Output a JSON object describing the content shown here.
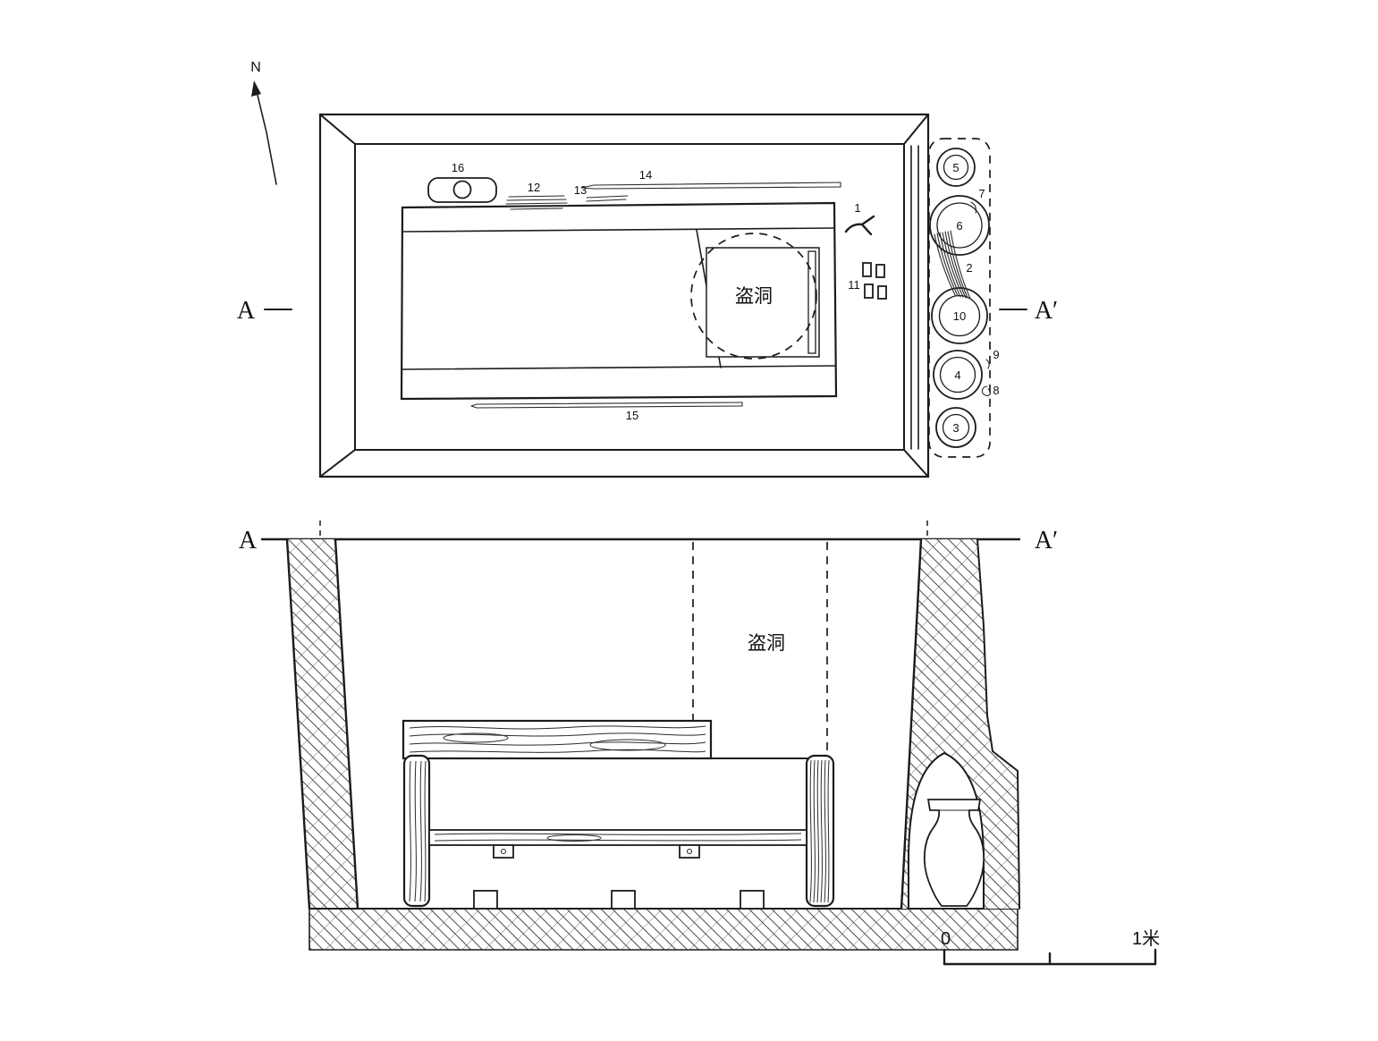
{
  "meta": {
    "background": "#ffffff",
    "ink": "#1c1c1c"
  },
  "compass": {
    "north": "N"
  },
  "plan": {
    "section_left": "A",
    "section_right": "A′",
    "robber_hole": "盗洞",
    "artifacts": {
      "a1": "1",
      "a2": "2",
      "a7": "7",
      "a8": "8",
      "a9": "9",
      "a11": "11",
      "a12": "12",
      "a13": "13",
      "a14": "14",
      "a15": "15",
      "a16": "16"
    },
    "vessels": {
      "v3": "3",
      "v4": "4",
      "v5": "5",
      "v6": "6",
      "v10": "10"
    }
  },
  "section": {
    "left": "A",
    "right": "A′",
    "robber_hole": "盗洞"
  },
  "scale": {
    "zero": "0",
    "one_meter": "1米"
  }
}
